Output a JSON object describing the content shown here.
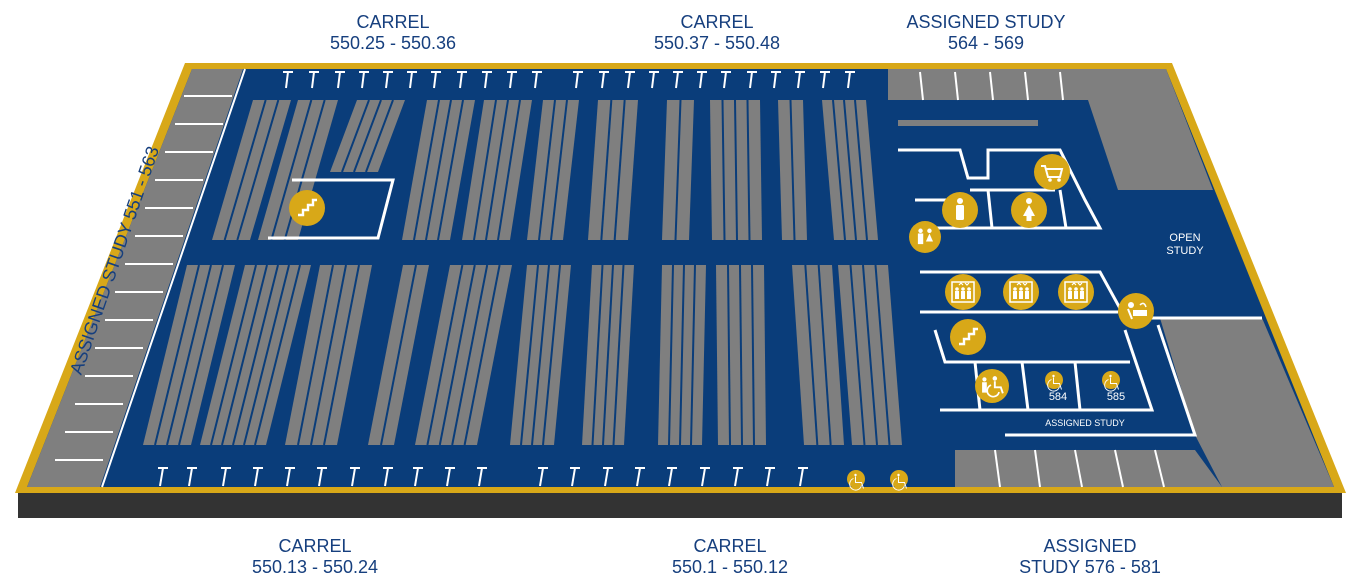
{
  "title": "Floor Plan",
  "labels": {
    "carrel_top_left": {
      "title": "CARREL",
      "range": "550.25 - 550.36"
    },
    "carrel_top_mid": {
      "title": "CARREL",
      "range": "550.37 - 550.48"
    },
    "assigned_top_right": {
      "title": "ASSIGNED STUDY",
      "range": "564 - 569"
    },
    "assigned_left": {
      "text": "ASSIGNED STUDY 551 - 563"
    },
    "carrel_bottom_left": {
      "title": "CARREL",
      "range": "550.13 - 550.24"
    },
    "carrel_bottom_mid": {
      "title": "CARREL",
      "range": "550.1 - 550.12"
    },
    "assigned_bottom_right": {
      "title": "ASSIGNED",
      "range": "STUDY 576 - 581"
    },
    "open_study": {
      "line1": "OPEN",
      "line2": "STUDY"
    },
    "room_584": "584",
    "room_585": "585",
    "assigned_study_small": "ASSIGNED STUDY"
  },
  "icons": [
    {
      "name": "stairs-icon",
      "type": "stairs"
    },
    {
      "name": "stairs-icon",
      "type": "stairs"
    },
    {
      "name": "shopping-cart-icon",
      "type": "cart"
    },
    {
      "name": "men-restroom-icon",
      "type": "man"
    },
    {
      "name": "women-restroom-icon",
      "type": "woman"
    },
    {
      "name": "family-restroom-icon",
      "type": "family"
    },
    {
      "name": "elevator-icon",
      "type": "elevator"
    },
    {
      "name": "elevator-icon",
      "type": "elevator"
    },
    {
      "name": "elevator-icon",
      "type": "elevator"
    },
    {
      "name": "drinking-fountain-icon",
      "type": "fountain"
    },
    {
      "name": "accessible-restroom-icon",
      "type": "accessible-restroom"
    },
    {
      "name": "wheelchair-icon",
      "type": "wheelchair"
    },
    {
      "name": "wheelchair-icon",
      "type": "wheelchair"
    },
    {
      "name": "wheelchair-icon",
      "type": "wheelchair"
    },
    {
      "name": "wheelchair-icon",
      "type": "wheelchair"
    },
    {
      "name": "wheelchair-icon",
      "type": "wheelchair"
    }
  ],
  "colors": {
    "floor": "#0a3d7a",
    "border": "#d8a818",
    "shelf": "#7f7f7f",
    "wall": "#ffffff",
    "base": "#333333",
    "label": "#163f7e",
    "icon": "#d8a818"
  }
}
